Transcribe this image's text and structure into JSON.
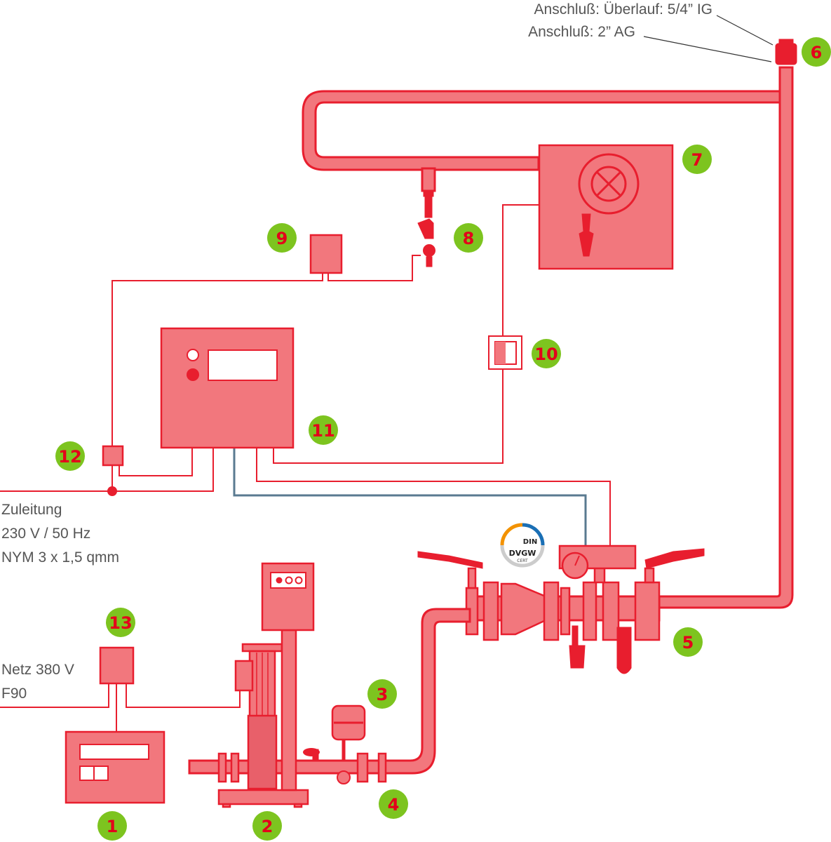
{
  "connection_labels": {
    "overflow": "Anschluß: Überlauf: 5/4” IG",
    "main": "Anschluß: 2” AG"
  },
  "supply": {
    "line1": "Zuleitung",
    "line2": "230 V / 50 Hz",
    "line3": "NYM 3 x 1,5 qmm"
  },
  "mains": {
    "line1": "Netz 380 V",
    "line2": "F90"
  },
  "badges": [
    "1",
    "2",
    "3",
    "4",
    "5",
    "6",
    "7",
    "8",
    "9",
    "10",
    "11",
    "12",
    "13"
  ],
  "certificate": {
    "din": "DIN",
    "dvgw": "DVGW",
    "cert": "CERT"
  },
  "colors": {
    "pipe_fill": "#f2777d",
    "pipe_stroke": "#e81e2e",
    "badge_fill": "#7dc41f",
    "badge_text": "#e3001b",
    "signal_wire": "#5a7a90",
    "label_text": "#555555"
  }
}
